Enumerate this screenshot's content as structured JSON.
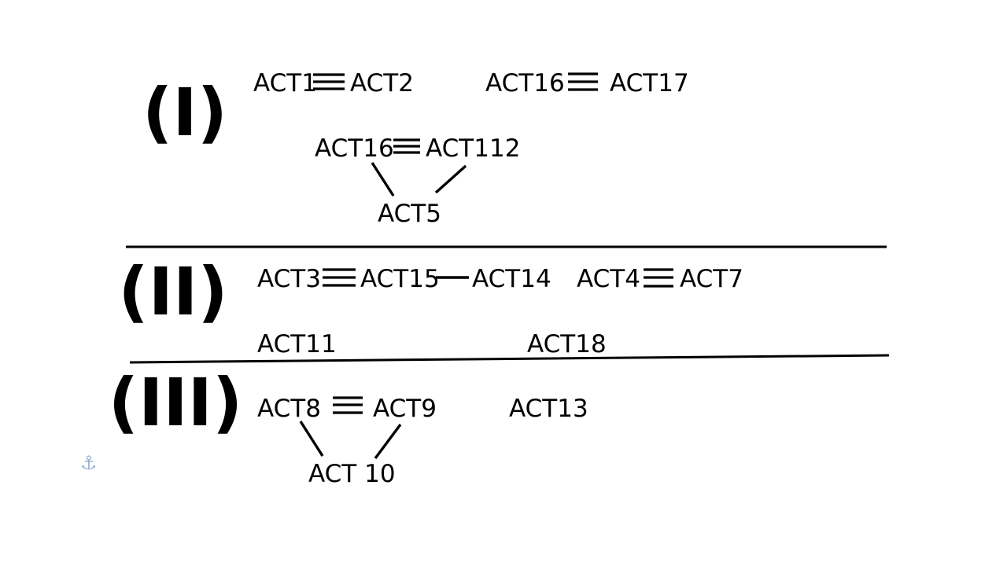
{
  "colors": {
    "foreground": "#000000",
    "background": "#ffffff",
    "anchor": "#9bb1cf"
  },
  "icons": {
    "anchor": "anchor-icon"
  },
  "anchor_glyph": "⚓",
  "sections": [
    {
      "label": "(I)",
      "nodes": [
        "ACT1",
        "ACT2",
        "ACT16",
        "ACT17",
        "ACT16",
        "ACT112",
        "ACT5"
      ],
      "links": [
        {
          "from": "ACT1",
          "to": "ACT2",
          "type": "triple"
        },
        {
          "from": "ACT16",
          "to": "ACT17",
          "type": "triple"
        },
        {
          "from": "ACT16",
          "to": "ACT112",
          "type": "triple"
        },
        {
          "from": "ACT16",
          "to": "ACT5",
          "type": "single"
        },
        {
          "from": "ACT112",
          "to": "ACT5",
          "type": "single"
        }
      ]
    },
    {
      "label": "(II)",
      "nodes": [
        "ACT3",
        "ACT15",
        "ACT14",
        "ACT4",
        "ACT7",
        "ACT11",
        "ACT18"
      ],
      "links": [
        {
          "from": "ACT3",
          "to": "ACT15",
          "type": "triple"
        },
        {
          "from": "ACT15",
          "to": "ACT14",
          "type": "single"
        },
        {
          "from": "ACT4",
          "to": "ACT7",
          "type": "triple"
        }
      ]
    },
    {
      "label": "(III)",
      "nodes": [
        "ACT8",
        "ACT9",
        "ACT13",
        "ACT 10"
      ],
      "links": [
        {
          "from": "ACT8",
          "to": "ACT9",
          "type": "triple"
        },
        {
          "from": "ACT8",
          "to": "ACT 10",
          "type": "single"
        },
        {
          "from": "ACT9",
          "to": "ACT 10",
          "type": "single"
        }
      ]
    }
  ]
}
